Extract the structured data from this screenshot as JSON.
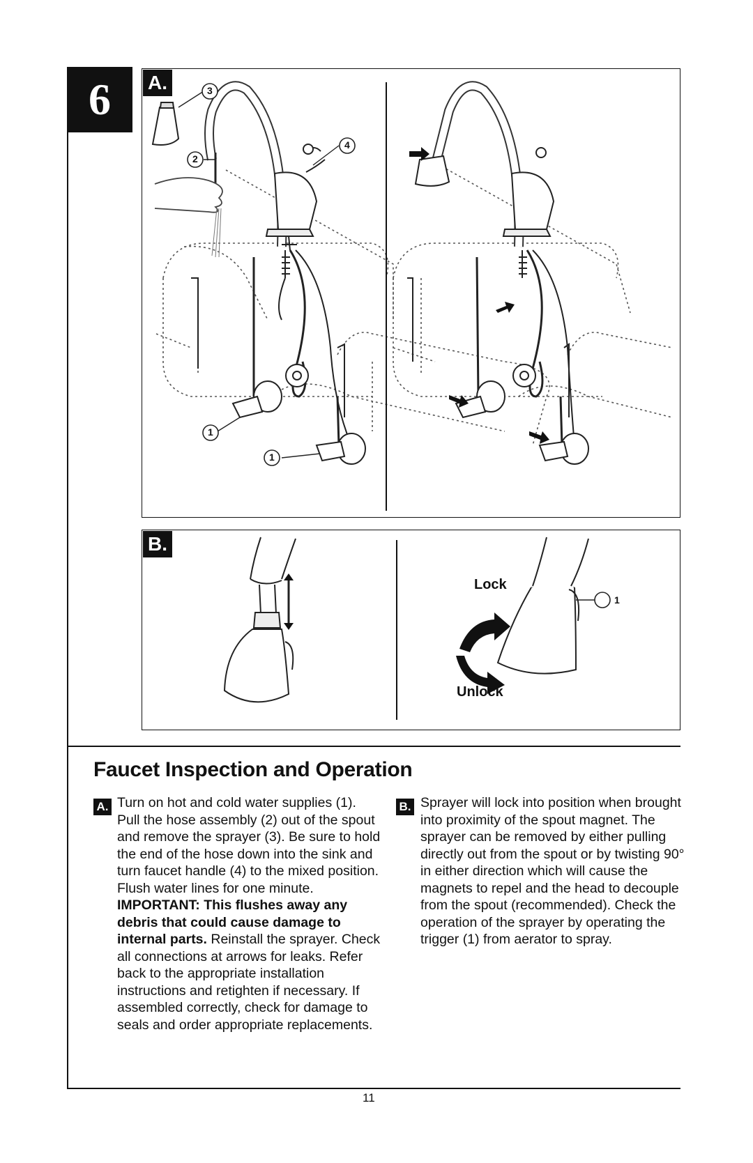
{
  "step_number": "6",
  "panel_a": {
    "tag": "A.",
    "callouts": {
      "supply_left": "1",
      "supply_right": "1",
      "hose": "2",
      "sprayer": "3",
      "handle": "4"
    }
  },
  "panel_b": {
    "tag": "B.",
    "lock_label": "Lock",
    "unlock_label": "Unlock",
    "callout_trigger": "1"
  },
  "section": {
    "title": "Faucet Inspection and Operation",
    "a_badge": "A.",
    "a_text_1": "Turn on hot and cold water supplies (1). Pull the hose assembly (2) out of the spout and remove the sprayer (3). Be sure to hold the end of the hose down into the sink and turn faucet handle (4) to the mixed position. Flush water lines for one minute.",
    "a_important": "IMPORTANT: This flushes away any debris that could cause damage to internal parts.",
    "a_text_2": "Reinstall the sprayer. Check all connections at arrows for leaks. Refer back to the appropriate installation instructions and retighten if necessary. If assembled correctly, check for damage to seals and order appropriate replacements.",
    "b_badge": "B.",
    "b_text": "Sprayer will lock into position when brought into proximity of the spout magnet. The sprayer can be removed by either pulling directly out from the spout or by twisting 90° in either direction which will cause the magnets to repel and the head to decouple from the spout (recommended). Check the operation of the sprayer by operating the trigger (1) from aerator to spray."
  },
  "page_number": "11"
}
